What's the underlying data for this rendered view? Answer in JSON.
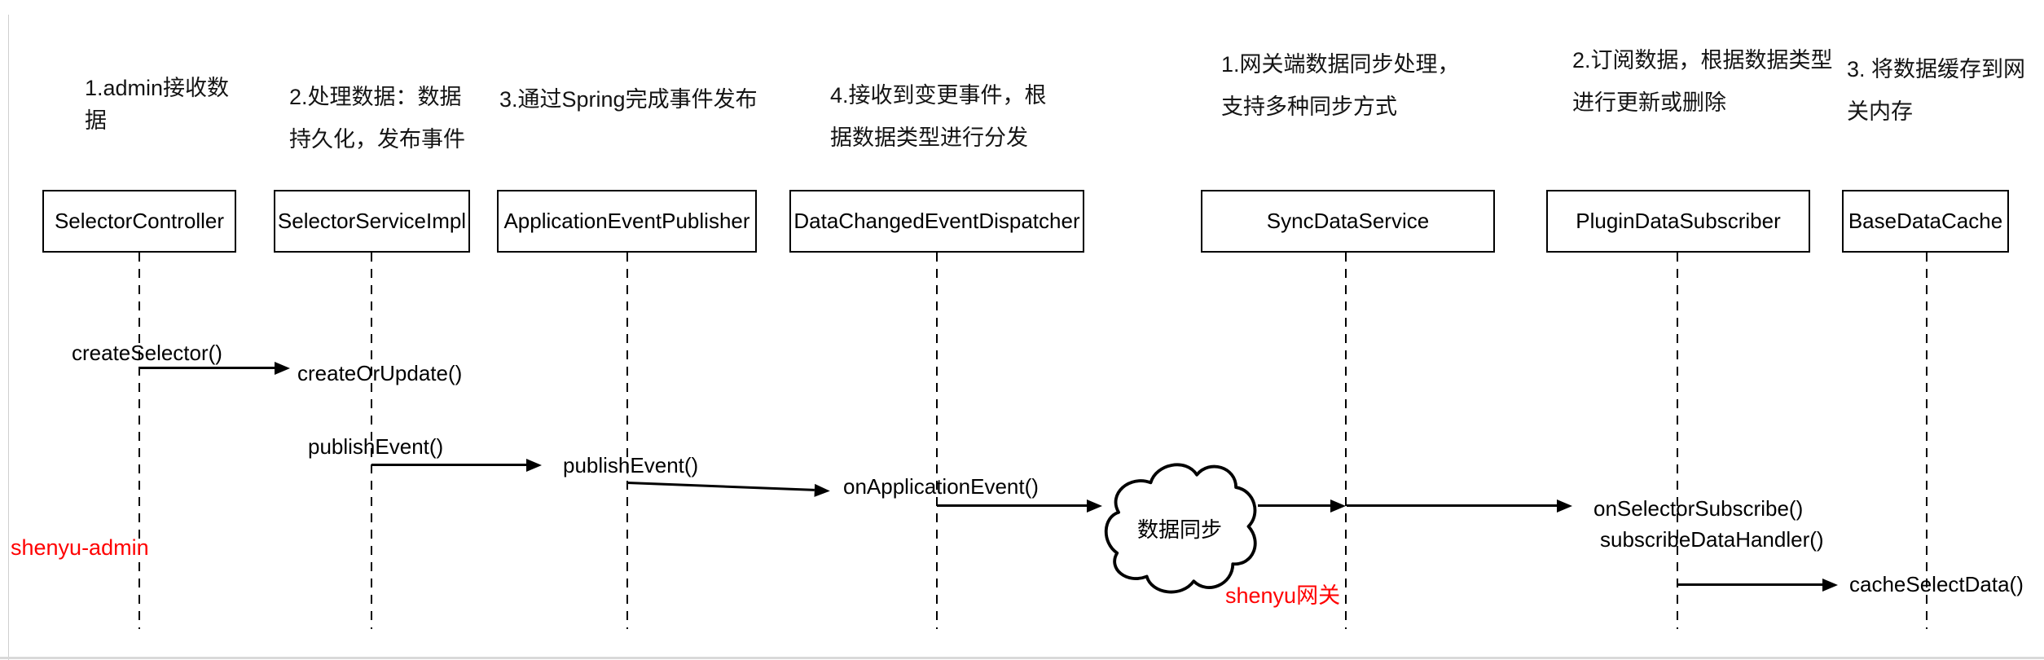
{
  "annotations": {
    "a1": {
      "line1": "1.admin接收数",
      "line2": "据"
    },
    "a2": {
      "line1": "2.处理数据：数据",
      "line2": "持久化，发布事件"
    },
    "a3": {
      "line1": "3.通过Spring完成事件发布"
    },
    "a4": {
      "line1": "4.接收到变更事件，根",
      "line2": "据数据类型进行分发"
    },
    "a5": {
      "line1": "1.网关端数据同步处理，",
      "line2": "支持多种同步方式"
    },
    "a6": {
      "line1": "2.订阅数据，根据数据类型",
      "line2": "进行更新或删除"
    },
    "a7": {
      "line1": "3. 将数据缓存到网",
      "line2": "关内存"
    }
  },
  "participants": {
    "selector_controller": "SelectorController",
    "selector_service_impl": "SelectorServiceImpl",
    "application_event_publisher": "ApplicationEventPublisher",
    "data_changed_event_dispatcher": "DataChangedEventDispatcher",
    "sync_data_service": "SyncDataService",
    "plugin_data_subscriber": "PluginDataSubscriber",
    "base_data_cache": "BaseDataCache"
  },
  "messages": {
    "create_selector": "createSelector()",
    "create_or_update": "createOrUpdate()",
    "publish_event_1": "publishEvent()",
    "publish_event_2": "publishEvent()",
    "on_application_event": "onApplicationEvent()",
    "cloud_label": "数据同步",
    "on_selector_subscribe": "onSelectorSubscribe()",
    "subscribe_data_handler": "subscribeDataHandler()",
    "cache_select_data": "cacheSelectData()"
  },
  "systems": {
    "admin": "shenyu-admin",
    "gateway": "shenyu网关"
  },
  "colors": {
    "system_label_red": "#ff0000",
    "diagram_black": "#000000",
    "chrome_grey": "#d9d9d9"
  }
}
